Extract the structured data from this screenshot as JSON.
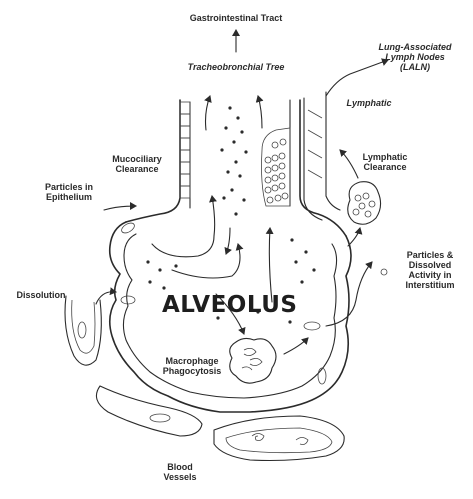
{
  "labels": {
    "gi_tract": "Gastrointestinal Tract",
    "tracheobronchial_tree": "Tracheobronchial Tree",
    "lymph_nodes_1": "Lung-Associated",
    "lymph_nodes_2": "Lymph Nodes",
    "lymph_nodes_3": "(LALN)",
    "lymphatic": "Lymphatic",
    "mucociliary_1": "Mucociliary",
    "mucociliary_2": "Clearance",
    "lymphatic_clearance_1": "Lymphatic",
    "lymphatic_clearance_2": "Clearance",
    "particles_epithelium_1": "Particles in",
    "particles_epithelium_2": "Epithelium",
    "particles_interstitium_1": "Particles &",
    "particles_interstitium_2": "Dissolved",
    "particles_interstitium_3": "Activity in",
    "particles_interstitium_4": "Interstitium",
    "dissolution": "Dissolution",
    "alveolus": "ALVEOLUS",
    "macrophage_1": "Macrophage",
    "macrophage_2": "Phagocytosis",
    "blood_1": "Blood",
    "blood_2": "Vessels"
  },
  "colors": {
    "ink": "#2b2b2b",
    "background": "#ffffff"
  }
}
